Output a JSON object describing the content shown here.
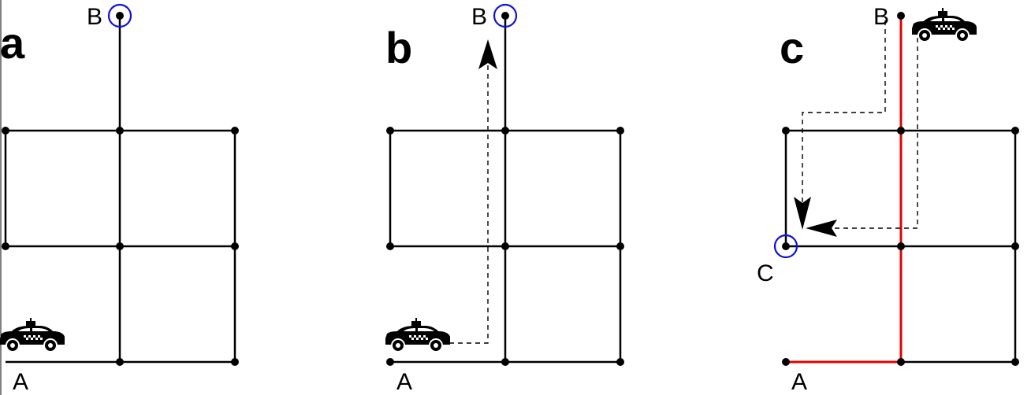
{
  "panels": [
    {
      "id": "a",
      "label": "a",
      "start_label": "A",
      "end_label": "B"
    },
    {
      "id": "b",
      "label": "b",
      "start_label": "A",
      "end_label": "B"
    },
    {
      "id": "c",
      "label": "c",
      "start_label": "A",
      "end_label": "B",
      "waypoint_label": "C"
    }
  ],
  "colors": {
    "road": "#000000",
    "route": "#e00000",
    "target_ring": "#1010dd"
  },
  "icons": {
    "car": "taxi-icon",
    "arrow": "arrowhead-icon"
  }
}
